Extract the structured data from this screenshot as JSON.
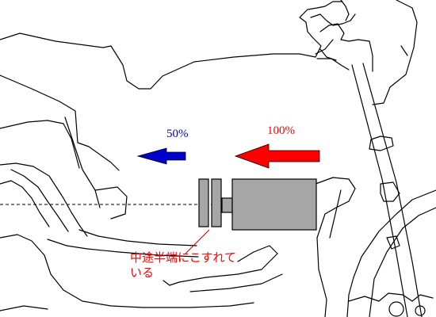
{
  "labels": {
    "low_percent": "50%",
    "high_percent": "100%",
    "annotation": "中途半端にこすれて\nいる"
  },
  "colors": {
    "low_arrow": "#0000cc",
    "high_arrow": "#ff0000",
    "annotation_text": "#ff0000",
    "annotation_leader": "#cc0000",
    "part_fill": "#a6a6a6",
    "line_art": "#000000"
  }
}
